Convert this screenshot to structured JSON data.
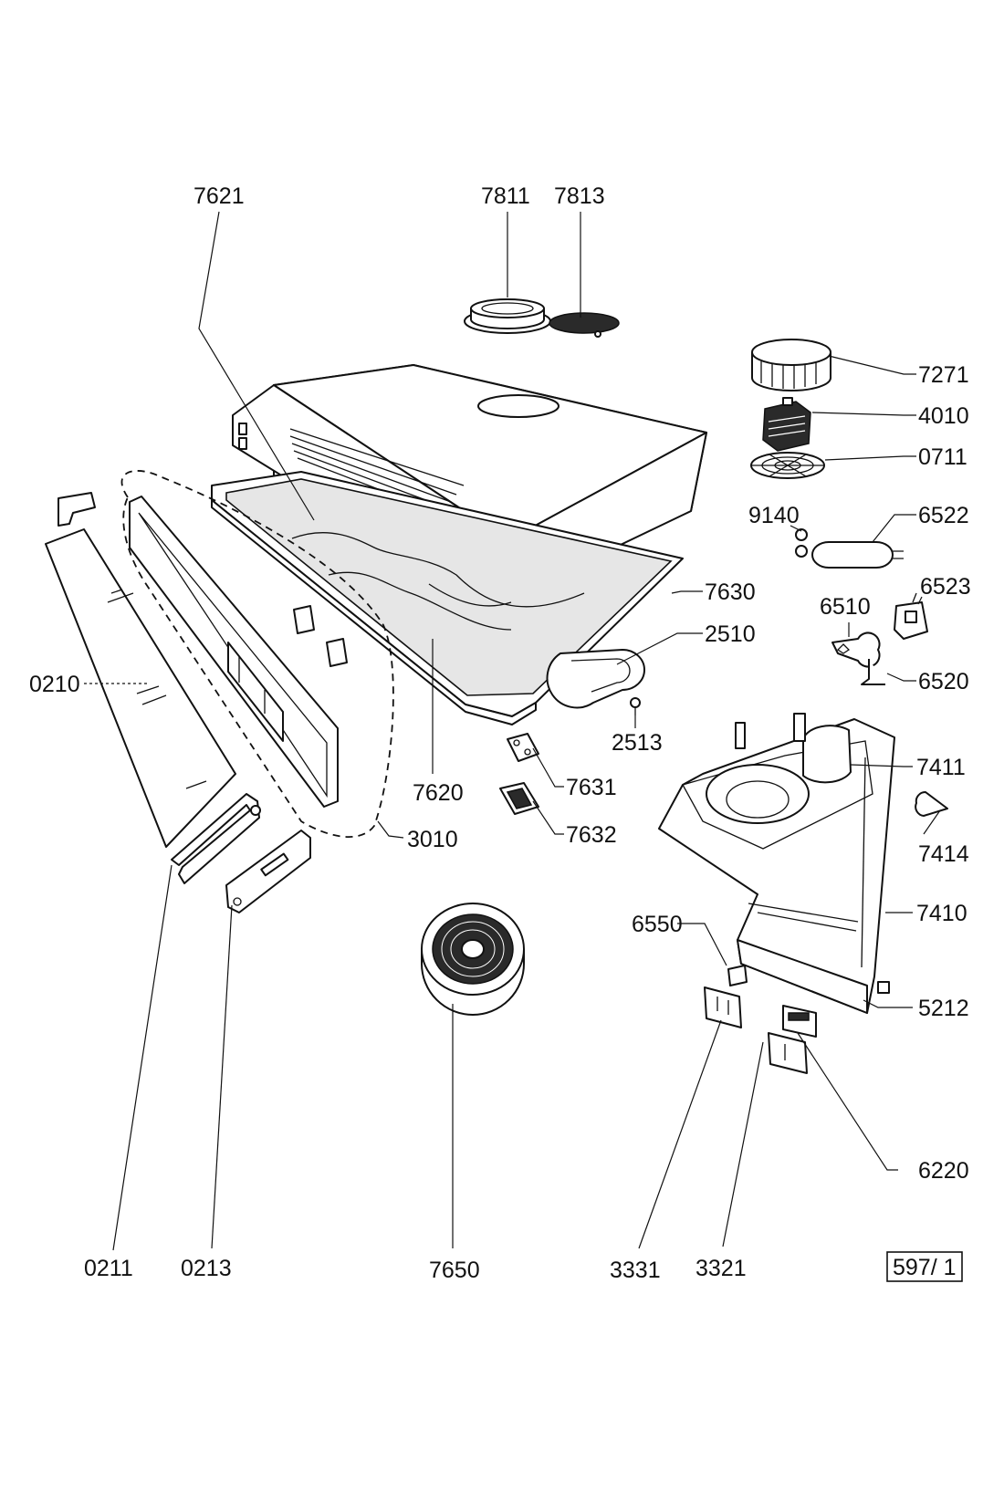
{
  "diagram": {
    "callouts": [
      {
        "id": "7621",
        "text": "7621"
      },
      {
        "id": "7811",
        "text": "7811"
      },
      {
        "id": "7813",
        "text": "7813"
      },
      {
        "id": "7271",
        "text": "7271"
      },
      {
        "id": "4010",
        "text": "4010"
      },
      {
        "id": "0711",
        "text": "0711"
      },
      {
        "id": "9140",
        "text": "9140"
      },
      {
        "id": "6522",
        "text": "6522"
      },
      {
        "id": "6523",
        "text": "6523"
      },
      {
        "id": "6510",
        "text": "6510"
      },
      {
        "id": "6520",
        "text": "6520"
      },
      {
        "id": "7630",
        "text": "7630"
      },
      {
        "id": "2510",
        "text": "2510"
      },
      {
        "id": "2513",
        "text": "2513"
      },
      {
        "id": "0210",
        "text": "0210"
      },
      {
        "id": "7620",
        "text": "7620"
      },
      {
        "id": "7631",
        "text": "7631"
      },
      {
        "id": "7632",
        "text": "7632"
      },
      {
        "id": "3010",
        "text": "3010"
      },
      {
        "id": "7411",
        "text": "7411"
      },
      {
        "id": "7414",
        "text": "7414"
      },
      {
        "id": "7410",
        "text": "7410"
      },
      {
        "id": "6550",
        "text": "6550"
      },
      {
        "id": "5212",
        "text": "5212"
      },
      {
        "id": "6220",
        "text": "6220"
      },
      {
        "id": "0211",
        "text": "0211"
      },
      {
        "id": "0213",
        "text": "0213"
      },
      {
        "id": "7650",
        "text": "7650"
      },
      {
        "id": "3331",
        "text": "3331"
      },
      {
        "id": "3321",
        "text": "3321"
      }
    ],
    "page_stamp": "597/ 1"
  }
}
